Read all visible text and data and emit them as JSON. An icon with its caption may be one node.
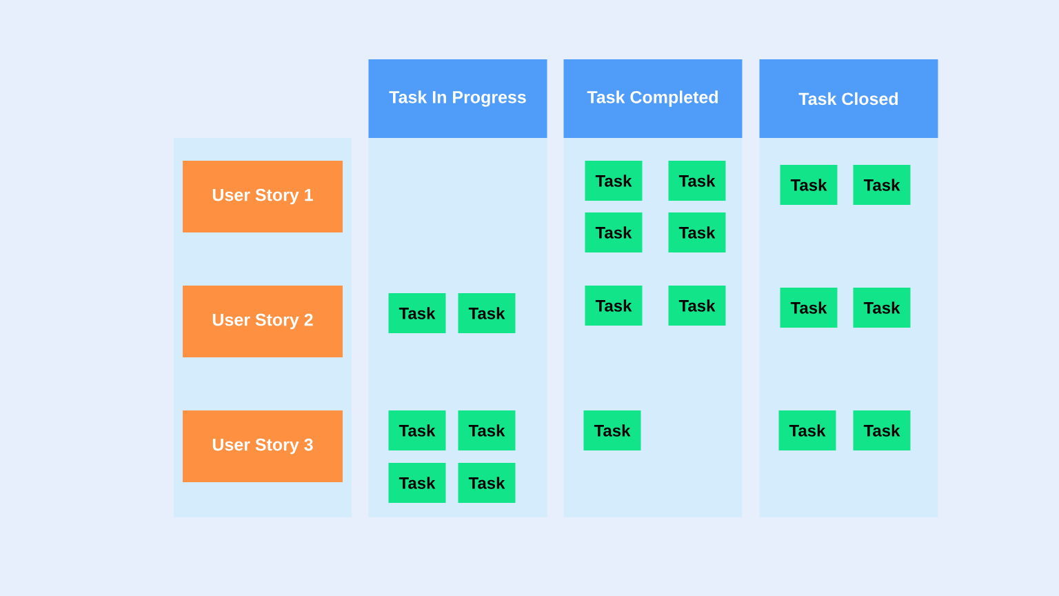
{
  "diagram": {
    "nodes": [
      {
        "text": [],
        "shape": "box"
      },
      {
        "text": [
          "User Story 1"
        ],
        "in": 0
      },
      {
        "text": [
          "User Story 2"
        ],
        "in": 0
      },
      {
        "text": [
          "User Story 3"
        ],
        "in": 0
      },
      {
        "text": [
          "Task In Progress"
        ]
      },
      {
        "text": [
          "Task"
        ],
        "in": 4
      },
      {
        "text": [
          "Task"
        ],
        "in": 4
      },
      {
        "text": [
          "Task"
        ],
        "in": 4
      },
      {
        "text": [
          "Task"
        ],
        "in": 4
      },
      {
        "text": [
          "Task"
        ],
        "in": 4
      },
      {
        "text": [
          "Task"
        ],
        "in": 4
      },
      {
        "text": [
          "Task Completed"
        ]
      },
      {
        "text": [
          "Task"
        ],
        "in": 11
      },
      {
        "text": [
          "Task"
        ],
        "in": 11
      },
      {
        "text": [
          "Task"
        ],
        "in": 11
      },
      {
        "text": [
          "Task"
        ],
        "in": 11
      },
      {
        "text": [
          "Task"
        ],
        "in": 11
      },
      {
        "text": [
          "Task"
        ],
        "in": 11
      },
      {
        "text": [
          "Task"
        ],
        "in": 11
      },
      {
        "text": [
          "Task Closed"
        ]
      },
      {
        "text": [
          "Task"
        ],
        "in": 19
      },
      {
        "text": [
          "Task"
        ],
        "in": 19
      },
      {
        "text": [
          "Task"
        ],
        "in": 19
      },
      {
        "text": [
          "Task"
        ],
        "in": 19
      },
      {
        "text": [
          "Task"
        ],
        "in": 19
      },
      {
        "text": [
          "Task"
        ],
        "in": 19
      }
    ]
  }
}
